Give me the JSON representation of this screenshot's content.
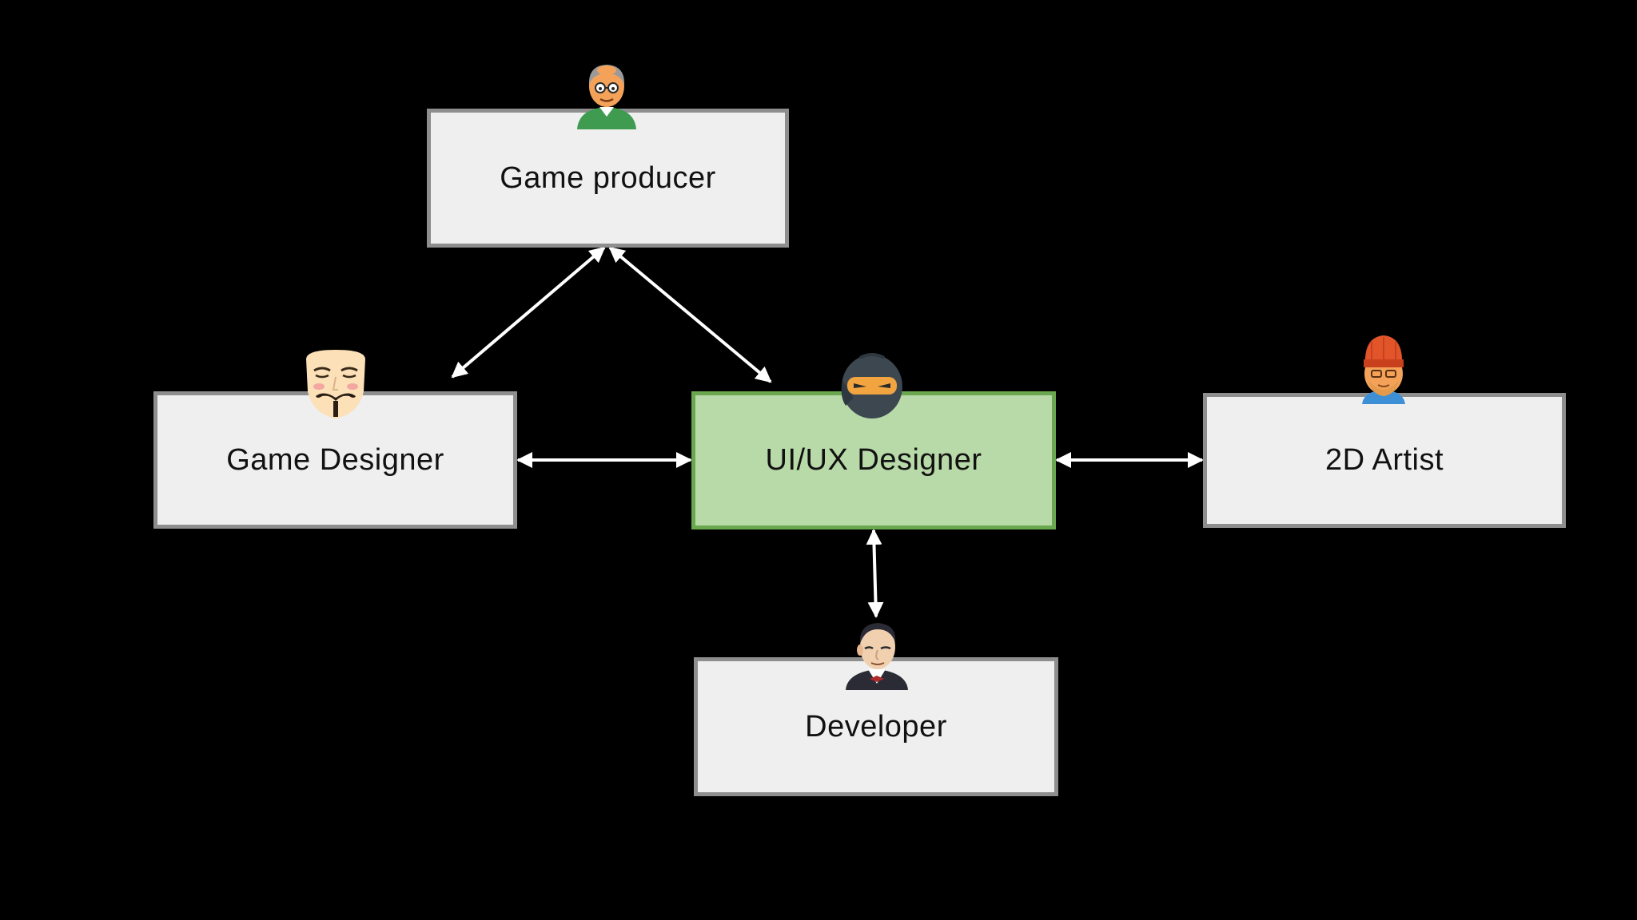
{
  "diagram": {
    "background": "#000000",
    "nodes": {
      "producer": {
        "label": "Game producer",
        "avatar_icon": "old-man-glasses-icon"
      },
      "game_designer": {
        "label": "Game Designer",
        "avatar_icon": "guy-fawkes-mask-icon"
      },
      "uiux": {
        "label": "UI/UX Designer",
        "avatar_icon": "ninja-icon",
        "highlight_color": "#b8d9a8"
      },
      "artist": {
        "label": "2D Artist",
        "avatar_icon": "artist-beanie-icon"
      },
      "developer": {
        "label": "Developer",
        "avatar_icon": "butler-icon"
      }
    },
    "edges": [
      {
        "from": "producer",
        "to": "game_designer",
        "bidirectional": true
      },
      {
        "from": "producer",
        "to": "uiux",
        "bidirectional": true
      },
      {
        "from": "game_designer",
        "to": "uiux",
        "bidirectional": true
      },
      {
        "from": "uiux",
        "to": "artist",
        "bidirectional": true
      },
      {
        "from": "uiux",
        "to": "developer",
        "bidirectional": true
      }
    ],
    "colors": {
      "node_fill": "#efefef",
      "node_border": "#8e8e8e",
      "highlight_border": "#6aa84f",
      "arrow": "#ffffff"
    }
  }
}
